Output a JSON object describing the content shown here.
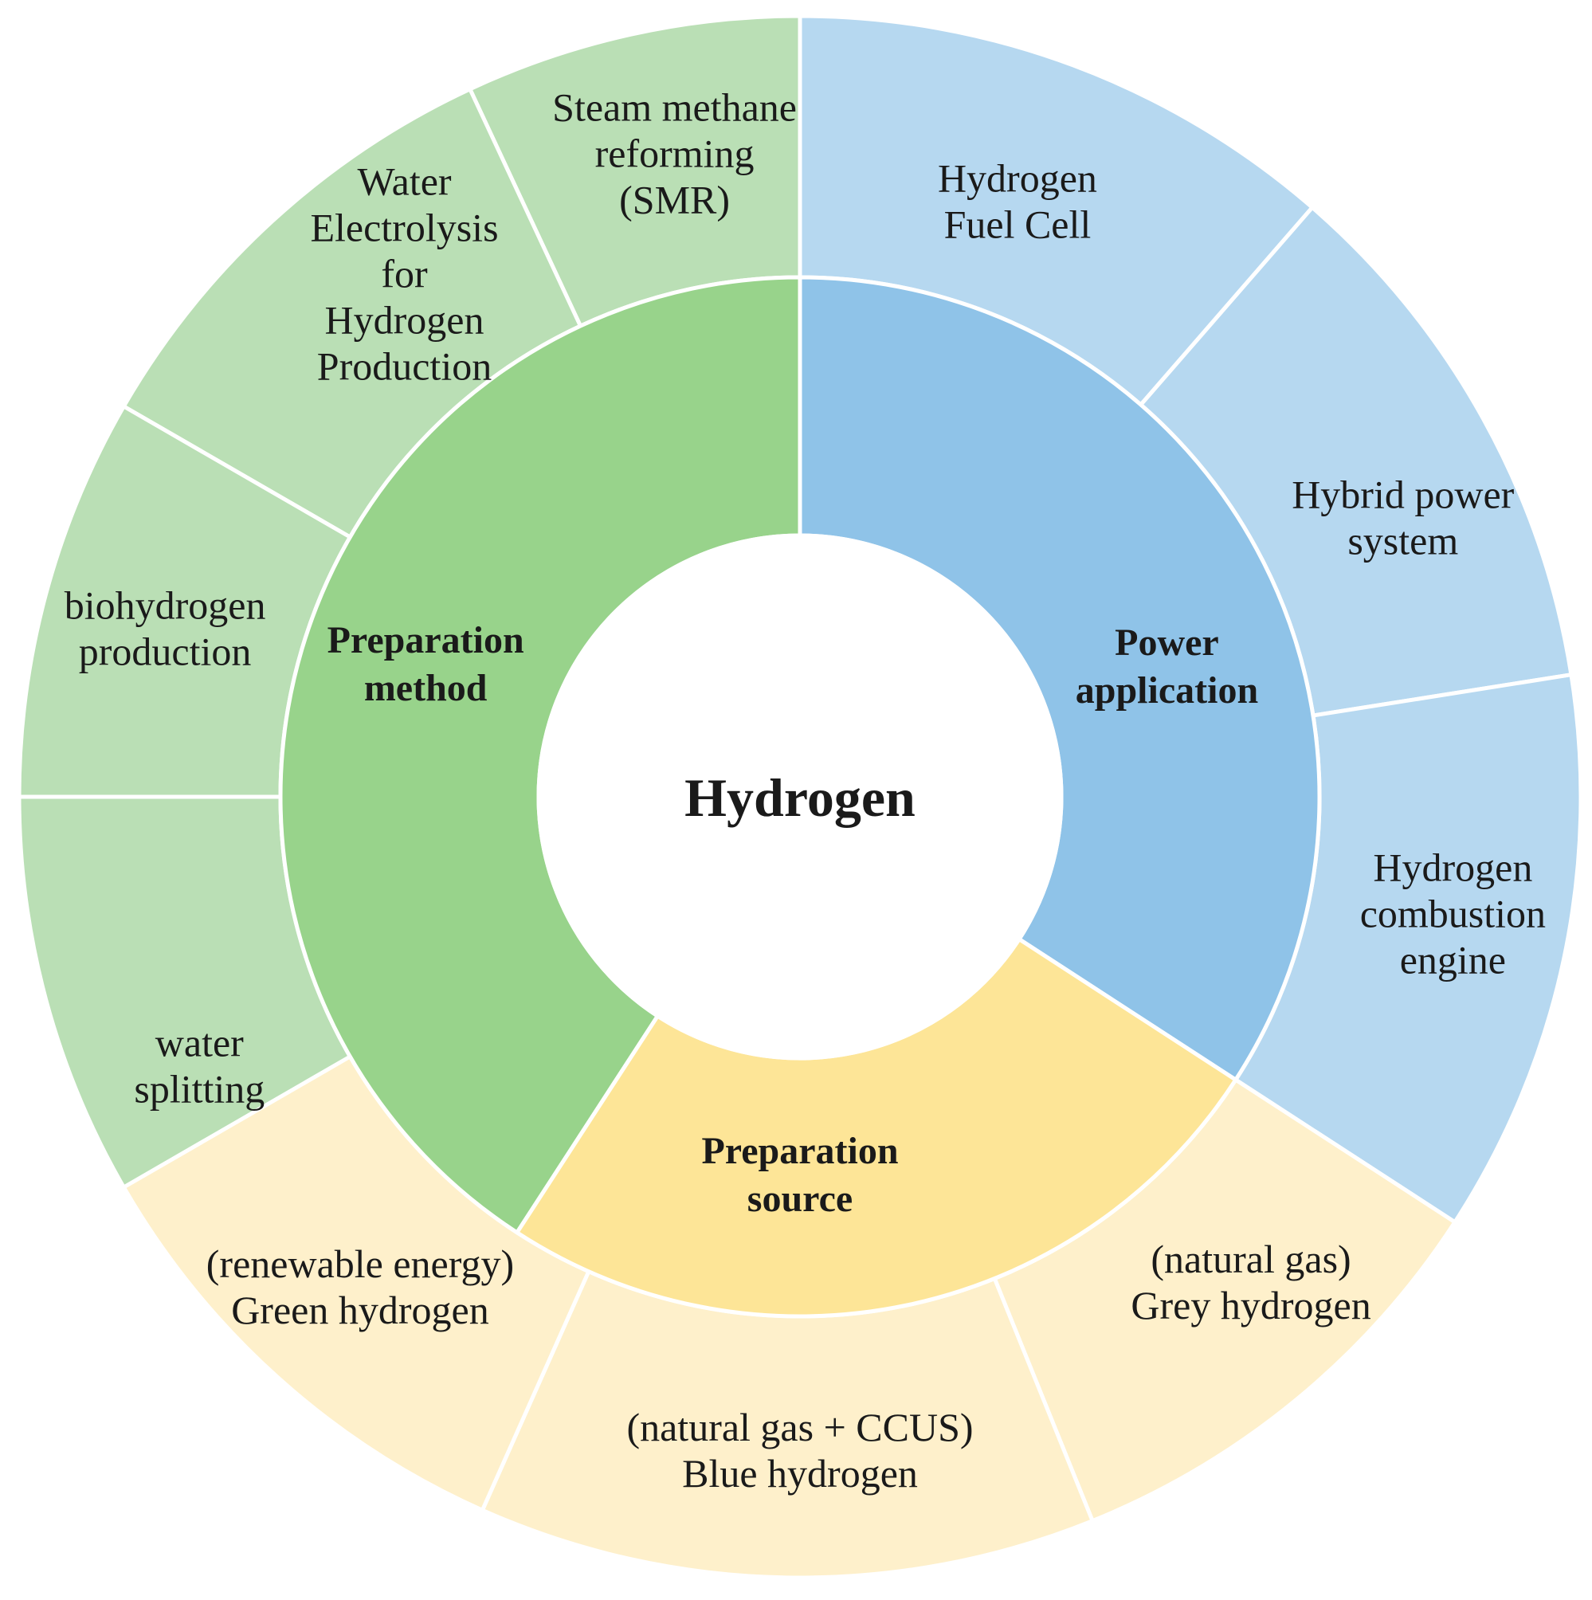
{
  "center": {
    "label": "Hydrogen"
  },
  "colors": {
    "green_inner": "#98d38b",
    "green_outer": "#badfb5",
    "blue_inner": "#8fc3e8",
    "blue_outer": "#b6d8f0",
    "yellow_inner": "#fde597",
    "yellow_outer": "#fef0cb",
    "center_fill": "#ffffff"
  },
  "categories": [
    {
      "key": "method",
      "label_lines": [
        "Preparation",
        "method"
      ],
      "color": "green"
    },
    {
      "key": "power",
      "label_lines": [
        "Power",
        "application"
      ],
      "color": "blue"
    },
    {
      "key": "source",
      "label_lines": [
        "Preparation",
        "source"
      ],
      "color": "yellow"
    }
  ],
  "segments": [
    {
      "category": "method",
      "label_lines": [
        "Steam methane",
        "reforming",
        "(SMR)"
      ]
    },
    {
      "category": "method",
      "label_lines": [
        "Water",
        "Electrolysis",
        "for",
        "Hydrogen",
        "Production"
      ]
    },
    {
      "category": "method",
      "label_lines": [
        "biohydrogen",
        "production"
      ]
    },
    {
      "category": "method",
      "label_lines": [
        "water",
        "splitting"
      ]
    },
    {
      "category": "power",
      "label_lines": [
        "Hydrogen",
        "Fuel Cell"
      ]
    },
    {
      "category": "power",
      "label_lines": [
        "Hybrid power",
        "system"
      ]
    },
    {
      "category": "power",
      "label_lines": [
        "Hydrogen",
        "combustion",
        "engine"
      ]
    },
    {
      "category": "source",
      "label_lines": [
        "(natural gas)",
        "Grey hydrogen"
      ]
    },
    {
      "category": "source",
      "label_lines": [
        "(natural gas + CCUS)",
        "Blue hydrogen"
      ]
    },
    {
      "category": "source",
      "label_lines": [
        "(renewable energy)",
        "Green hydrogen"
      ]
    }
  ]
}
